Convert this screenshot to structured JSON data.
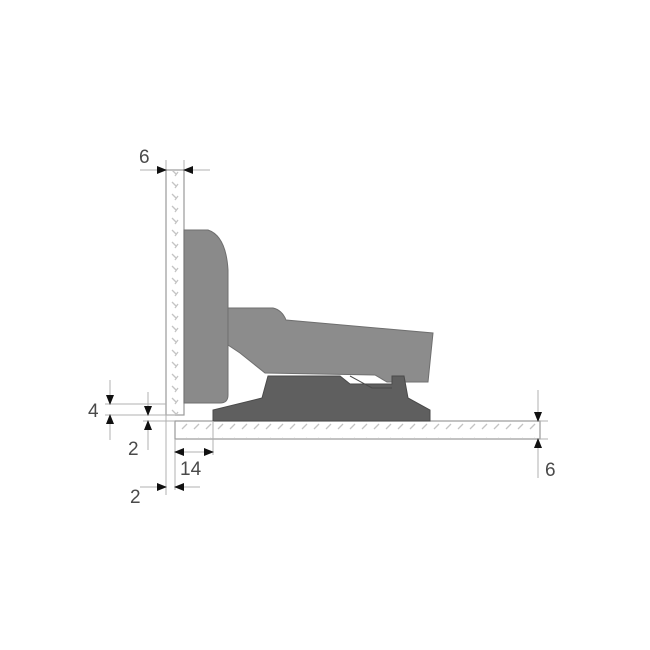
{
  "diagram": {
    "type": "technical-drawing",
    "subject": "concealed cabinet hinge mounted on side panel and door",
    "colors": {
      "hinge_cup": "#8a8a8a",
      "hinge_arm": "#8c8c8c",
      "mounting_plate": "#5f5f5f",
      "panel_fill": "#ffffff",
      "panel_outline": "#9a9a9a",
      "hatch": "#bdbdbd",
      "dimension_line": "#b0b0b0",
      "arrow": "#111111",
      "label": "#4a4a4a"
    },
    "dimensions": {
      "door_thickness": "6",
      "vertical_gap_top": "4",
      "vertical_gap_bottom": "2",
      "overlay": "14",
      "panel_gap": "2",
      "side_panel_thickness": "6"
    }
  }
}
